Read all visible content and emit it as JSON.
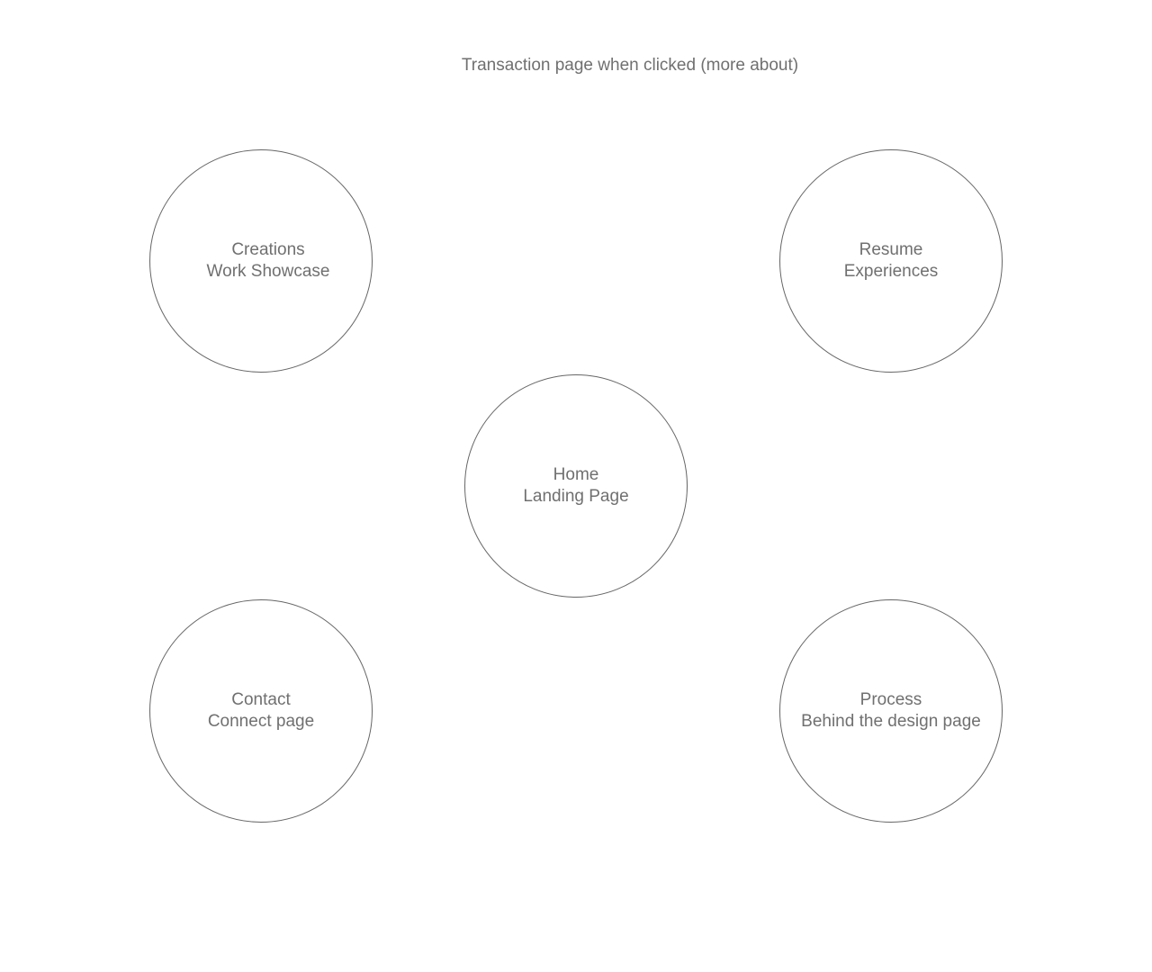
{
  "note": "Transaction page when clicked (more about)",
  "nodes": {
    "creations": {
      "title": "Creations",
      "subtitle": "Work Showcase"
    },
    "resume": {
      "title": "Resume",
      "subtitle": "Experiences"
    },
    "home": {
      "title": "Home",
      "subtitle": "Landing Page"
    },
    "contact": {
      "title": "Contact",
      "subtitle": "Connect page"
    },
    "process": {
      "title": "Process",
      "subtitle": "Behind the design page"
    }
  },
  "colors": {
    "background": "#ffffff",
    "stroke": "#666666",
    "text": "#707070"
  }
}
